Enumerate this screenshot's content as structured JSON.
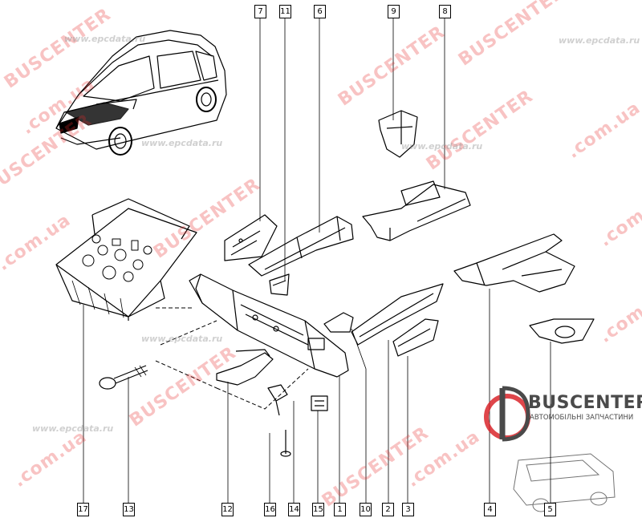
{
  "callouts": {
    "c1": "1",
    "c2": "2",
    "c3": "3",
    "c4": "4",
    "c5": "5",
    "c6": "6",
    "c7": "7",
    "c8": "8",
    "c9": "9",
    "c10": "10",
    "c11": "11",
    "c12": "12",
    "c13": "13",
    "c14": "14",
    "c15": "15",
    "c16": "16",
    "c17": "17"
  },
  "watermarks": {
    "bus1": "BUSCENTER",
    "bus2": "BUSCENTER",
    "bus3": "BUSCENTER",
    "bus4": "BUSCENTER",
    "bus5": "BUSCENTER",
    "bus6": "BUSCENTER",
    "bus7": "BUSCENTER",
    "bus8": "BUSCENTER",
    "com1": ".com.ua",
    "com2": ".com.ua",
    "com3": ".com.ua",
    "com4": ".com.ua",
    "com5": ".com.ua",
    "com6": ".com.ua",
    "com7": ".com.ua",
    "epc1": "www.epcdata.ru",
    "epc2": "www.epcdata.ru",
    "epc3": "www.epcdata.ru",
    "epc4": "www.epcdata.ru",
    "epc5": "www.epcdata.ru",
    "epc6": "www.epcdata.ru"
  },
  "logo": {
    "name": "BUSCENTER",
    "tagline": "АВТОМОБІЛЬНІ ЗАПЧАСТИНИ"
  },
  "colors": {
    "line": "#000000",
    "watermark_red": "#e62828",
    "logo_dark": "#4a4a4a",
    "logo_red": "#d9262c"
  }
}
